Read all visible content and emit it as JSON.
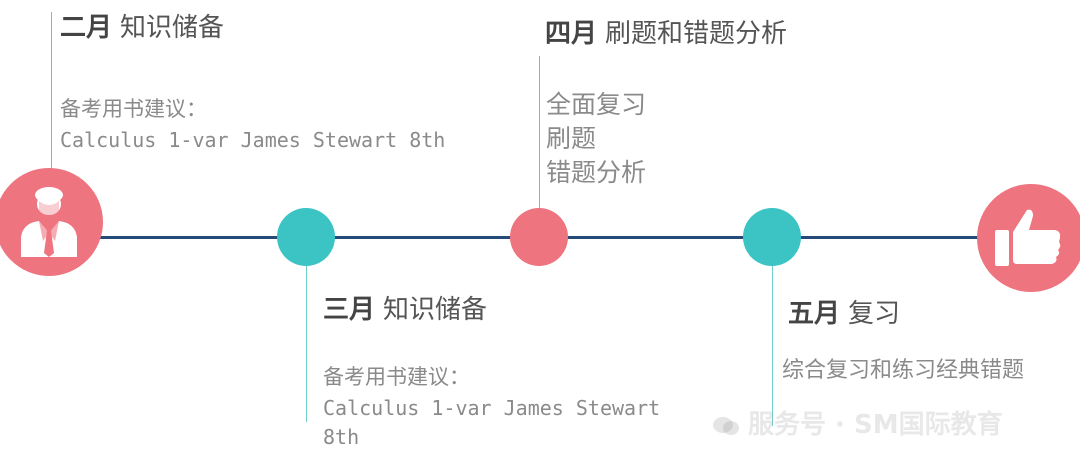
{
  "colors": {
    "red": "#ee7480",
    "teal": "#3cc4c5",
    "line": "#244a7a",
    "text": "#8a8a8a"
  },
  "milestones": {
    "feb": {
      "month": "二月",
      "topic": "知识储备",
      "label": "备考用书建议：",
      "book": "Calculus 1-var James Stewart 8th",
      "icon": "businessman-icon"
    },
    "mar": {
      "month": "三月",
      "topic": "知识储备",
      "label": "备考用书建议：",
      "book_line1": "Calculus  1-var  James  Stewart",
      "book_line2": "8th"
    },
    "apr": {
      "month": "四月",
      "topic": "刷题和错题分析",
      "items": [
        "全面复习",
        "刷题",
        "错题分析"
      ]
    },
    "may": {
      "month": "五月",
      "topic": "复习",
      "desc": "综合复习和练习经典错题"
    },
    "end": {
      "icon": "thumbs-up-icon"
    }
  },
  "watermark": "服务号 · SM国际教育"
}
